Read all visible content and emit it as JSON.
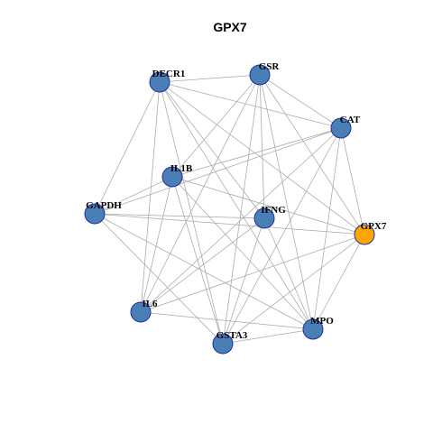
{
  "title": "GPX7",
  "colors": {
    "node_default": "#4a7fb5",
    "node_highlight": "#ffa500",
    "node_border": "#1f2fa0",
    "edge": "#a8a8a8"
  },
  "nodes": [
    {
      "id": "DECR1",
      "label": "DECR1",
      "highlight": false
    },
    {
      "id": "GSR",
      "label": "GSR",
      "highlight": false
    },
    {
      "id": "CAT",
      "label": "CAT",
      "highlight": false
    },
    {
      "id": "IL1B",
      "label": "IL1B",
      "highlight": false
    },
    {
      "id": "GAPDH",
      "label": "GAPDH",
      "highlight": false
    },
    {
      "id": "IFNG",
      "label": "IFNG",
      "highlight": false
    },
    {
      "id": "GPX7",
      "label": "GPX7",
      "highlight": true
    },
    {
      "id": "IL6",
      "label": "IL6",
      "highlight": false
    },
    {
      "id": "MPO",
      "label": "MPO",
      "highlight": false
    },
    {
      "id": "GSTA3",
      "label": "GSTA3",
      "highlight": false
    }
  ],
  "edges": [
    [
      "DECR1",
      "GSR"
    ],
    [
      "DECR1",
      "CAT"
    ],
    [
      "DECR1",
      "GAPDH"
    ],
    [
      "DECR1",
      "IFNG"
    ],
    [
      "DECR1",
      "GPX7"
    ],
    [
      "DECR1",
      "IL6"
    ],
    [
      "DECR1",
      "MPO"
    ],
    [
      "DECR1",
      "GSTA3"
    ],
    [
      "GSR",
      "CAT"
    ],
    [
      "GSR",
      "IL1B"
    ],
    [
      "GSR",
      "IFNG"
    ],
    [
      "GSR",
      "GPX7"
    ],
    [
      "GSR",
      "IL6"
    ],
    [
      "GSR",
      "MPO"
    ],
    [
      "GSR",
      "GSTA3"
    ],
    [
      "CAT",
      "IL1B"
    ],
    [
      "CAT",
      "GAPDH"
    ],
    [
      "CAT",
      "GPX7"
    ],
    [
      "CAT",
      "IL6"
    ],
    [
      "CAT",
      "MPO"
    ],
    [
      "CAT",
      "GSTA3"
    ],
    [
      "IL1B",
      "GAPDH"
    ],
    [
      "IL1B",
      "GPX7"
    ],
    [
      "IL1B",
      "IL6"
    ],
    [
      "IL1B",
      "MPO"
    ],
    [
      "IL1B",
      "GSTA3"
    ],
    [
      "GAPDH",
      "IFNG"
    ],
    [
      "GAPDH",
      "GPX7"
    ],
    [
      "GAPDH",
      "MPO"
    ],
    [
      "GAPDH",
      "GSTA3"
    ],
    [
      "IFNG",
      "IL6"
    ],
    [
      "IFNG",
      "MPO"
    ],
    [
      "IFNG",
      "GSTA3"
    ],
    [
      "GPX7",
      "IL6"
    ],
    [
      "GPX7",
      "MPO"
    ],
    [
      "GPX7",
      "GSTA3"
    ],
    [
      "IL6",
      "MPO"
    ],
    [
      "MPO",
      "GSTA3"
    ]
  ]
}
